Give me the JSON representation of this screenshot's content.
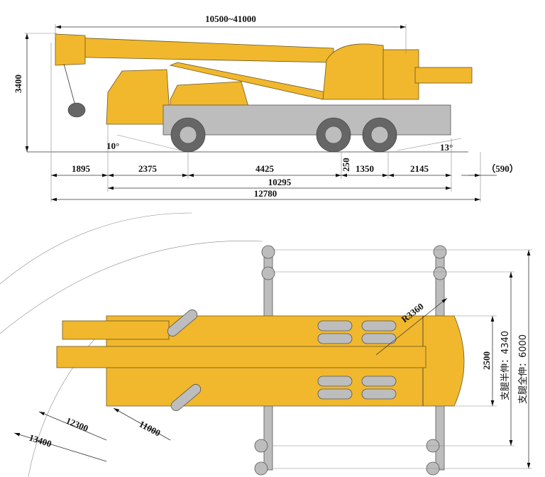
{
  "side_view": {
    "boom_length": "10500~41000",
    "height": "3400",
    "approach_angle": "10°",
    "departure_angle": "13°",
    "ground_clearance": "250",
    "dims": [
      "1895",
      "2375",
      "4425",
      "1350",
      "2145",
      "（590）"
    ],
    "wheelbase_total": "10295",
    "overall_length": "12780"
  },
  "top_view": {
    "tail_radius": "R3360",
    "width": "2500",
    "outrigger_half": "支腿半伸：4340",
    "outrigger_full": "支腿全伸：6000",
    "radius_1": "12300",
    "radius_2": "13400",
    "radius_3": "11000"
  },
  "colors": {
    "body": "#F1B82D",
    "steel": "#bdbdbd"
  }
}
